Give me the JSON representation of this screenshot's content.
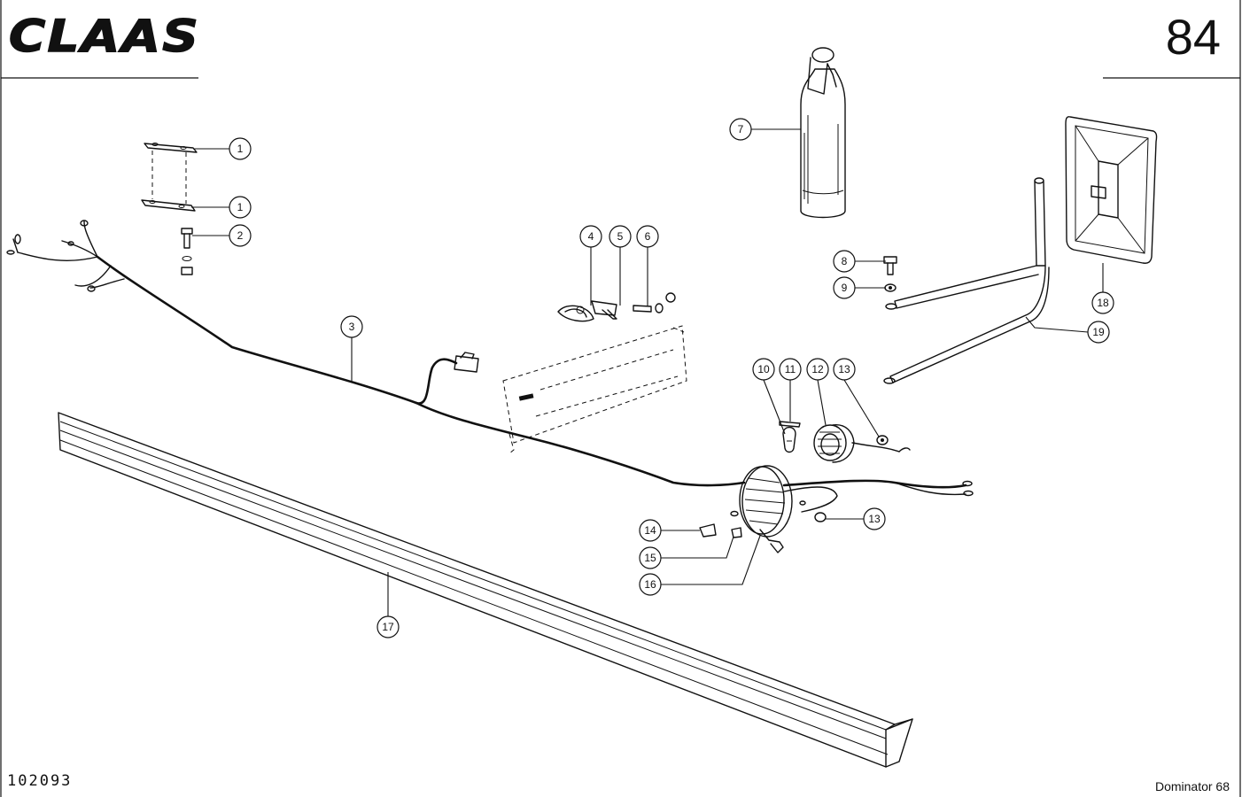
{
  "header": {
    "brand": "CLAAS",
    "page_number": "84"
  },
  "footer": {
    "drawing_number": "102093",
    "model": "Dominator 68"
  },
  "callouts": [
    {
      "id": "c1a",
      "label": "1"
    },
    {
      "id": "c1b",
      "label": "1"
    },
    {
      "id": "c2",
      "label": "2"
    },
    {
      "id": "c3",
      "label": "3"
    },
    {
      "id": "c4",
      "label": "4"
    },
    {
      "id": "c5",
      "label": "5"
    },
    {
      "id": "c6",
      "label": "6"
    },
    {
      "id": "c7",
      "label": "7"
    },
    {
      "id": "c8",
      "label": "8"
    },
    {
      "id": "c9",
      "label": "9"
    },
    {
      "id": "c10",
      "label": "10"
    },
    {
      "id": "c11",
      "label": "11"
    },
    {
      "id": "c12",
      "label": "12"
    },
    {
      "id": "c13a",
      "label": "13"
    },
    {
      "id": "c13b",
      "label": "13"
    },
    {
      "id": "c14",
      "label": "14"
    },
    {
      "id": "c15",
      "label": "15"
    },
    {
      "id": "c16",
      "label": "16"
    },
    {
      "id": "c17",
      "label": "17"
    },
    {
      "id": "c18",
      "label": "18"
    },
    {
      "id": "c19",
      "label": "19"
    }
  ]
}
